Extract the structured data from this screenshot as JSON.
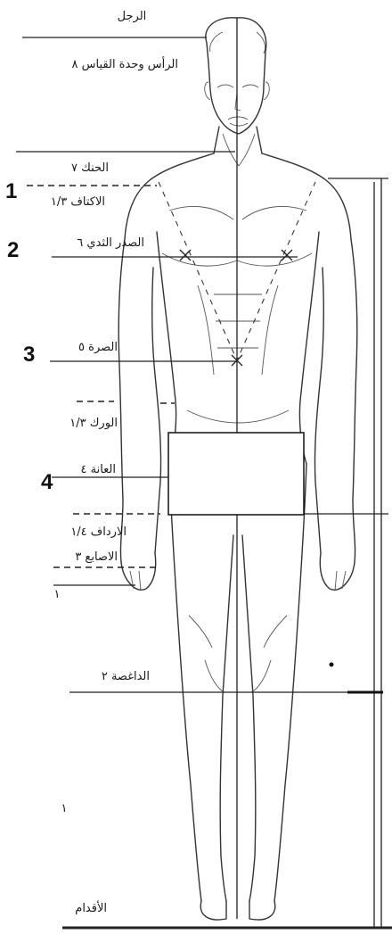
{
  "figure": {
    "labels": [
      {
        "id": "man",
        "text": "الرجل"
      },
      {
        "id": "head",
        "text": "الرأس وحدة القياس ٨"
      },
      {
        "id": "chin",
        "text": "الحنك ٧"
      },
      {
        "id": "shoulders",
        "text": "الاكتاف ١/٣"
      },
      {
        "id": "chest",
        "text": "الصدر الثدي ٦"
      },
      {
        "id": "navel",
        "text": "الصرة ٥"
      },
      {
        "id": "hip",
        "text": "الورك ١/٣"
      },
      {
        "id": "pubis",
        "text": "العانة ٤"
      },
      {
        "id": "buttocks",
        "text": "الارداف ١/٤"
      },
      {
        "id": "fingers",
        "text": "الاصابع ٣"
      },
      {
        "id": "one",
        "text": "١"
      },
      {
        "id": "knee",
        "text": "الداغصة ٢"
      },
      {
        "id": "one2",
        "text": "١"
      },
      {
        "id": "feet",
        "text": "الأقدام"
      }
    ],
    "markers": [
      "1",
      "2",
      "3",
      "4"
    ]
  }
}
